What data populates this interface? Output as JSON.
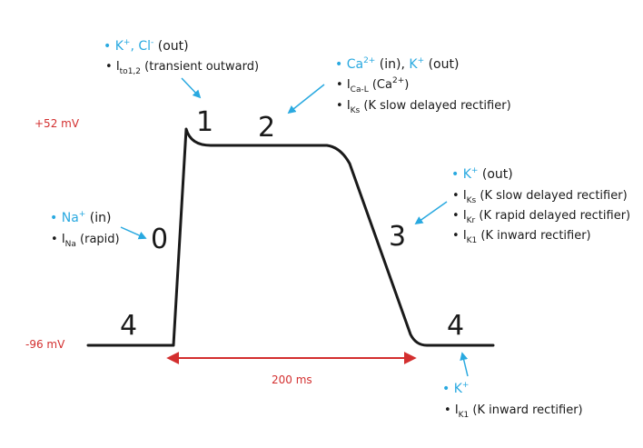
{
  "colors": {
    "ion": "#29a9e0",
    "accent": "#d32f2f",
    "trace": "#1a1a1a",
    "arrow": "#29a9e0"
  },
  "voltage": {
    "peak": "+52 mV",
    "rest": "-96 mV"
  },
  "duration": "200 ms",
  "phases": {
    "p0": "0",
    "p1": "1",
    "p2": "2",
    "p3": "3",
    "p4_left": "4",
    "p4_right": "4"
  },
  "phase1": {
    "ions": {
      "k": "K",
      "k_sup": "+",
      "sep": ", ",
      "cl": "Cl",
      "cl_sup": "-",
      "dir": " (out)"
    },
    "currents": [
      {
        "bullet": "•",
        "main": "I",
        "sub": "to1,2",
        "desc": " (transient outward)"
      }
    ]
  },
  "phase2": {
    "ions": {
      "ca": "Ca",
      "ca_sup": "2+",
      "ca_dir": " (in), ",
      "k": "K",
      "k_sup": "+",
      "k_dir": " (out)"
    },
    "currents": [
      {
        "bullet": "•",
        "main": "I",
        "sub": "Ca-L",
        "desc_pre": " (Ca",
        "desc_sup": "2+",
        "desc_post": ")"
      },
      {
        "bullet": "•",
        "main": "I",
        "sub": "Ks",
        "desc": " (K slow delayed rectifier)"
      }
    ]
  },
  "phase0": {
    "ions": {
      "na": "Na",
      "na_sup": "+",
      "dir": " (in)"
    },
    "currents": [
      {
        "bullet": "•",
        "main": "I",
        "sub": "Na",
        "desc": " (rapid)"
      }
    ]
  },
  "phase3": {
    "ions": {
      "k": "K",
      "k_sup": "+",
      "dir": " (out)"
    },
    "currents": [
      {
        "bullet": "•",
        "main": "I",
        "sub": "Ks",
        "desc": " (K slow delayed rectifier)"
      },
      {
        "bullet": "•",
        "main": "I",
        "sub": "Kr",
        "desc": " (K rapid delayed rectifier)"
      },
      {
        "bullet": "•",
        "main": "I",
        "sub": "K1",
        "desc": " (K inward rectifier)"
      }
    ]
  },
  "phase4": {
    "ions": {
      "k": "K",
      "k_sup": "+"
    },
    "currents": [
      {
        "bullet": "•",
        "main": "I",
        "sub": "K1",
        "desc": " (K inward rectifier)"
      }
    ]
  }
}
